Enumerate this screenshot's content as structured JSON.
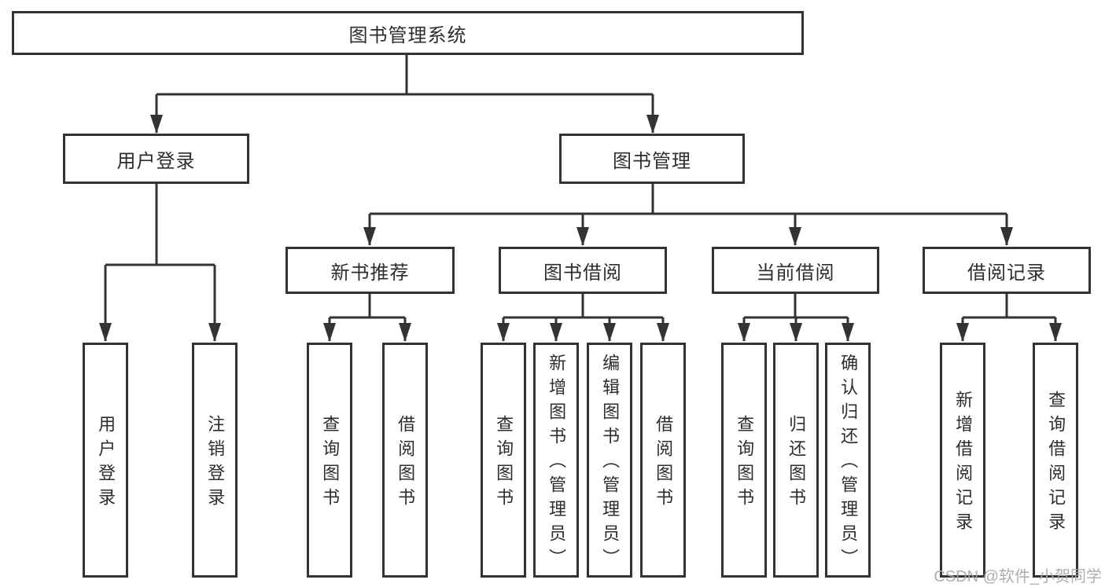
{
  "colors": {
    "line": "#333333",
    "box_border": "#333333",
    "box_background": "#ffffff",
    "text": "#2d2d2d",
    "watermark": "#a8a8a8",
    "background": "#ffffff"
  },
  "watermark": {
    "text": "CSDN @软件_小贺同学"
  },
  "tree": {
    "label": "图书管理系统",
    "children": [
      {
        "label": "用户登录",
        "children": [
          {
            "label": "用户登录"
          },
          {
            "label": "注销登录"
          }
        ]
      },
      {
        "label": "图书管理",
        "children": [
          {
            "label": "新书推荐",
            "children": [
              {
                "label": "查询图书"
              },
              {
                "label": "借阅图书"
              }
            ]
          },
          {
            "label": "图书借阅",
            "children": [
              {
                "label": "查询图书"
              },
              {
                "label": "新增图书（管理员）"
              },
              {
                "label": "编辑图书（管理员）"
              },
              {
                "label": "借阅图书"
              }
            ]
          },
          {
            "label": "当前借阅",
            "children": [
              {
                "label": "查询图书"
              },
              {
                "label": "归还图书"
              },
              {
                "label": "确认归还（管理员）"
              }
            ]
          },
          {
            "label": "借阅记录",
            "children": [
              {
                "label": "新增借阅记录"
              },
              {
                "label": "查询借阅记录"
              }
            ]
          }
        ]
      }
    ]
  }
}
